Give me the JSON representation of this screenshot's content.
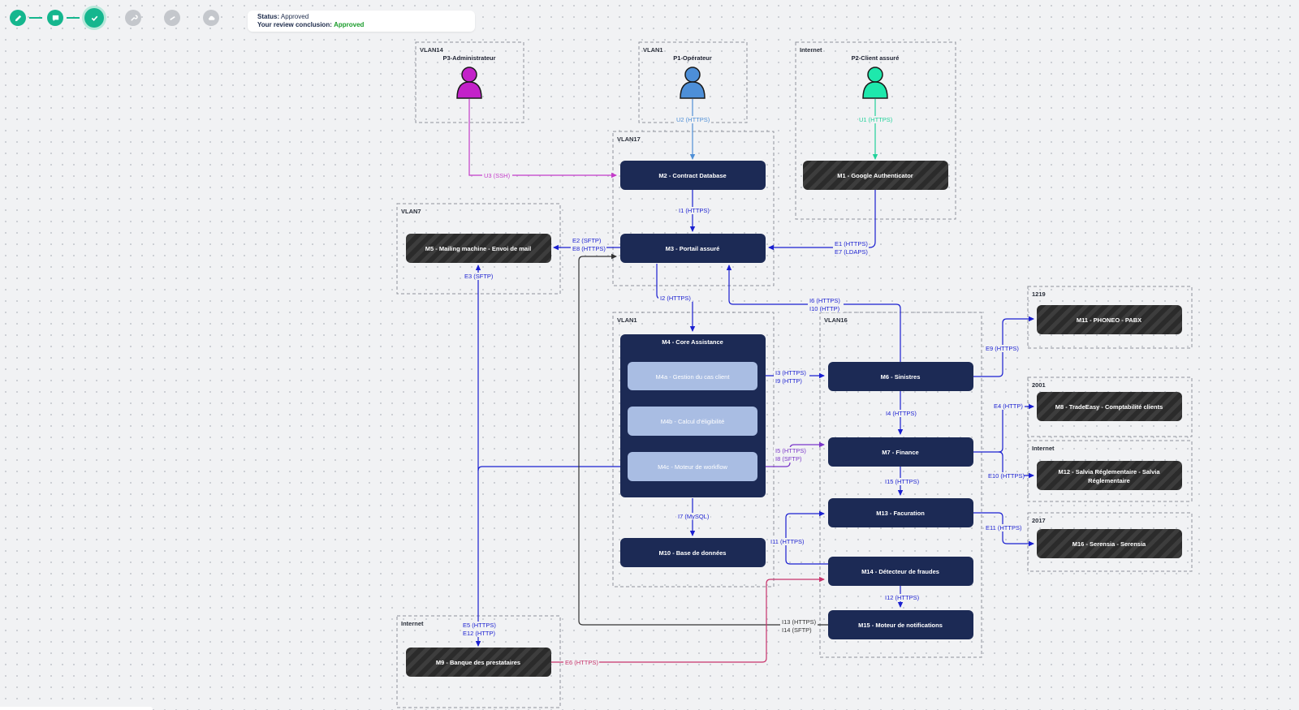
{
  "stepper": {
    "steps": [
      {
        "icon": "pencil-icon",
        "state": "done"
      },
      {
        "icon": "comment-icon",
        "state": "done"
      },
      {
        "icon": "check-icon",
        "state": "current"
      },
      {
        "icon": "wrench-icon",
        "state": "todo"
      },
      {
        "icon": "link-icon",
        "state": "todo"
      },
      {
        "icon": "cloud-icon",
        "state": "todo"
      }
    ]
  },
  "status": {
    "status_label": "Status:",
    "status_value": "Approved",
    "conclusion_label": "Your review conclusion:",
    "conclusion_value": "Approved"
  },
  "zones": {
    "vlan14": "VLAN14",
    "vlan1_top": "VLAN1",
    "internet_top": "Internet",
    "vlan17": "VLAN17",
    "vlan7": "VLAN7",
    "vlan1_mid": "VLAN1",
    "vlan16": "VLAN16",
    "z1219": "1219",
    "z2001": "2001",
    "internet_right": "Internet",
    "z2017": "2017",
    "internet_bottom": "Internet"
  },
  "actors": {
    "p3": "P3-Administrateur",
    "p1": "P1-Opérateur",
    "p2": "P2-Client assuré"
  },
  "nodes": {
    "m1": "M1 - Google Authenticator",
    "m2": "M2 - Contract Database",
    "m3": "M3 - Portail assuré",
    "m4": "M4 - Core Assistance",
    "m4a": "M4a - Gestion du cas client",
    "m4b": "M4b - Calcul d'éligibilité",
    "m4c": "M4c - Moteur de workflow",
    "m5": "M5 - Mailing machine - Envoi de mail",
    "m6": "M6 - Sinistres",
    "m7": "M7 - Finance",
    "m8": "M8 - TradeEasy - Comptabilité clients",
    "m9": "M9 - Banque des prestataires",
    "m10": "M10 - Base de données",
    "m11": "M11 - PHONEO - PABX",
    "m12_line1": "M12 - Salvia Réglementaire - Salvia",
    "m12_line2": "Réglementaire",
    "m13": "M13 - Facuration",
    "m14": "M14 - Détecteur de fraudes",
    "m15": "M15 - Moteur de notifications",
    "m16": "M16 - Serensia - Serensia"
  },
  "edges": {
    "u3": "U3 (SSH)",
    "u2": "U2 (HTTPS)",
    "u1": "U1 (HTTPS)",
    "i1": "I1 (HTTPS)",
    "e2": "E2 (SFTP)",
    "e8": "E8 (HTTPS)",
    "e1": "E1 (HTTPS)",
    "e7": "E7 (LDAPS)",
    "e3": "E3 (SFTP)",
    "i2": "I2 (HTTPS)",
    "i6": "I6 (HTTPS)",
    "i10": "I10 (HTTP)",
    "e9": "E9 (HTTPS)",
    "i3": "I3 (HTTPS)",
    "i9": "I9 (HTTP)",
    "i4": "I4 (HTTPS)",
    "e4": "E4 (HTTP)",
    "i5": "I5 (HTTPS)",
    "i8": "I8 (SFTP)",
    "e10": "E10 (HTTPS)",
    "i15": "I15 (HTTPS)",
    "i7": "I7 (MySQL)",
    "e11": "E11 (HTTPS)",
    "i11": "I11 (HTTPS)",
    "i12": "I12 (HTTPS)",
    "e5": "E5 (HTTPS)",
    "e12": "E12 (HTTP)",
    "i13": "I13 (HTTPS)",
    "i14": "I14 (SFTP)",
    "e6": "E6 (HTTPS)"
  },
  "colors": {
    "internal": "#1c2a55",
    "external": "#2b2b2b",
    "submodule": "#a9bde3",
    "flow": "#1a1fd0",
    "ssh": "#c43bc9",
    "u2": "#4f8fd6",
    "u1": "#21d29a",
    "i5": "#7a35c9",
    "e6": "#c8336b",
    "neutral": "#333333",
    "accent": "#15b68e"
  }
}
